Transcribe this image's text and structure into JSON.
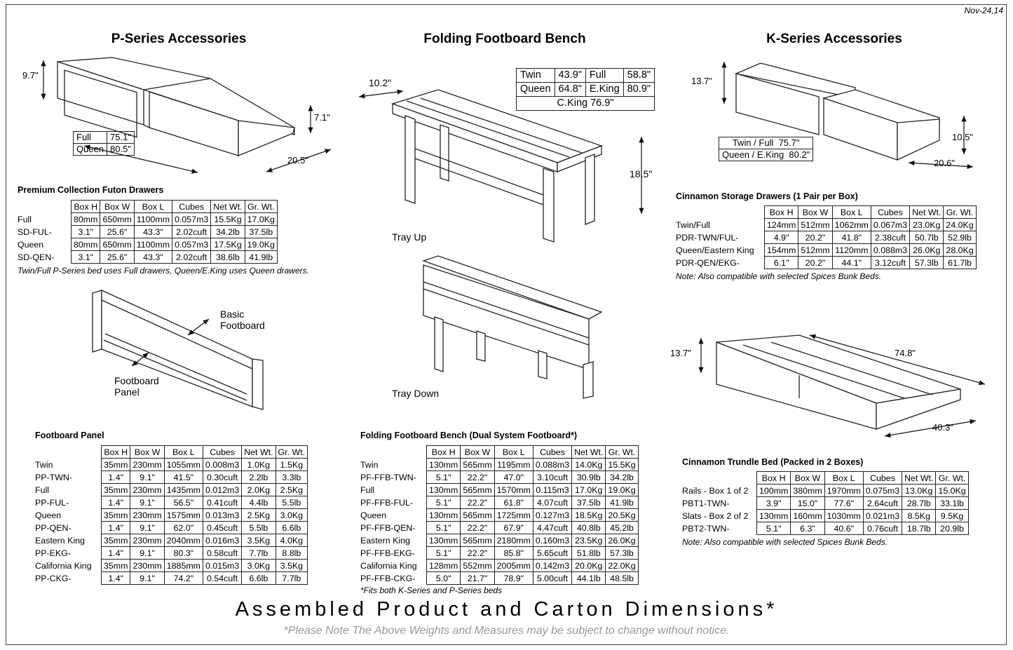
{
  "date": "Nov-24,14",
  "sections": {
    "p_series": "P-Series Accessories",
    "bench": "Folding Footboard Bench",
    "k_series": "K-Series Accessories"
  },
  "p_drawer_dims": {
    "height": "9.7\"",
    "side": "7.1\"",
    "depth": "20.5\"",
    "sizes": [
      {
        "name": "Full",
        "value": "75.1\""
      },
      {
        "name": "Queen",
        "value": "80.5\""
      }
    ]
  },
  "bench_dims": {
    "depth": "10.2\"",
    "height": "18.5\"",
    "sizes": [
      [
        "Twin",
        "43.9\"",
        "Full",
        "58.8\""
      ],
      [
        "Queen",
        "64.8\"",
        "E.King",
        "80.9\""
      ]
    ],
    "cking": "C.King  76.9\"",
    "tray_up": "Tray Up",
    "tray_down": "Tray Down"
  },
  "k_drawer_dims": {
    "height": "13.7\"",
    "side": "10.5\"",
    "depth": "20.6\"",
    "sizes": [
      {
        "name": "Twin / Full",
        "value": "75.7\""
      },
      {
        "name": "Queen / E.King",
        "value": "80.2\""
      }
    ]
  },
  "trundle_dims": {
    "height": "13.7\"",
    "length": "74.8\"",
    "width": "40.3\""
  },
  "footboard_labels": {
    "basic_1": "Basic",
    "basic_2": "Footboard",
    "panel_1": "Footboard",
    "panel_2": "Panel"
  },
  "headers": [
    "Box H",
    "Box W",
    "Box L",
    "Cubes",
    "Net Wt.",
    "Gr. Wt."
  ],
  "futon_drawers": {
    "title": "Premium Collection Futon Drawers",
    "rows": [
      [
        "Full",
        "80mm",
        "650mm",
        "1100mm",
        "0.057m3",
        "15.5Kg",
        "17.0Kg"
      ],
      [
        "SD-FUL-",
        "3.1\"",
        "25.6\"",
        "43.3\"",
        "2.02cuft",
        "34.2lb",
        "37.5lb"
      ],
      [
        "Queen",
        "80mm",
        "650mm",
        "1100mm",
        "0.057m3",
        "17.5Kg",
        "19.0Kg"
      ],
      [
        "SD-QEN-",
        "3.1\"",
        "25.6\"",
        "43.3\"",
        "2.02cuft",
        "38.6lb",
        "41.9lb"
      ]
    ],
    "note": "Twin/Full P-Series bed uses Full drawers, Queen/E.King uses Queen drawers."
  },
  "footboard_panel": {
    "title": "Footboard Panel",
    "rows": [
      [
        "Twin",
        "35mm",
        "230mm",
        "1055mm",
        "0.008m3",
        "1.0Kg",
        "1.5Kg"
      ],
      [
        "PP-TWN-",
        "1.4\"",
        "9.1\"",
        "41.5\"",
        "0.30cuft",
        "2.2lb",
        "3.3lb"
      ],
      [
        "Full",
        "35mm",
        "230mm",
        "1435mm",
        "0.012m3",
        "2.0Kg",
        "2.5Kg"
      ],
      [
        "PP-FUL-",
        "1.4\"",
        "9.1\"",
        "56.5\"",
        "0.41cuft",
        "4.4lb",
        "5.5lb"
      ],
      [
        "Queen",
        "35mm",
        "230mm",
        "1575mm",
        "0.013m3",
        "2.5Kg",
        "3.0Kg"
      ],
      [
        "PP-QEN-",
        "1.4\"",
        "9.1\"",
        "62.0\"",
        "0.45cuft",
        "5.5lb",
        "6.6lb"
      ],
      [
        "Eastern King",
        "35mm",
        "230mm",
        "2040mm",
        "0.016m3",
        "3.5Kg",
        "4.0Kg"
      ],
      [
        "PP-EKG-",
        "1.4\"",
        "9.1\"",
        "80.3\"",
        "0.58cuft",
        "7.7lb",
        "8.8lb"
      ],
      [
        "California King",
        "35mm",
        "230mm",
        "1885mm",
        "0.015m3",
        "3.0Kg",
        "3.5Kg"
      ],
      [
        "PP-CKG-",
        "1.4\"",
        "9.1\"",
        "74.2\"",
        "0.54cuft",
        "6.6lb",
        "7.7lb"
      ]
    ]
  },
  "bench_table": {
    "title": "Folding Footboard Bench (Dual System Footboard*)",
    "rows": [
      [
        "Twin",
        "130mm",
        "565mm",
        "1195mm",
        "0.088m3",
        "14.0Kg",
        "15.5Kg"
      ],
      [
        "PF-FFB-TWN-",
        "5.1\"",
        "22.2\"",
        "47.0\"",
        "3.10cuft",
        "30.9lb",
        "34.2lb"
      ],
      [
        "Full",
        "130mm",
        "565mm",
        "1570mm",
        "0.115m3",
        "17.0Kg",
        "19.0Kg"
      ],
      [
        "PF-FFB-FUL-",
        "5.1\"",
        "22.2\"",
        "61.8\"",
        "4.07cuft",
        "37.5lb",
        "41.9lb"
      ],
      [
        "Queen",
        "130mm",
        "565mm",
        "1725mm",
        "0.127m3",
        "18.5Kg",
        "20.5Kg"
      ],
      [
        "PF-FFB-QEN-",
        "5.1\"",
        "22.2\"",
        "67.9\"",
        "4.47cuft",
        "40.8lb",
        "45.2lb"
      ],
      [
        "Eastern King",
        "130mm",
        "565mm",
        "2180mm",
        "0.160m3",
        "23.5Kg",
        "26.0Kg"
      ],
      [
        "PF-FFB-EKG-",
        "5.1\"",
        "22.2\"",
        "85.8\"",
        "5.65cuft",
        "51.8lb",
        "57.3lb"
      ],
      [
        "California King",
        "128mm",
        "552mm",
        "2005mm",
        "0.142m3",
        "20.0Kg",
        "22.0Kg"
      ],
      [
        "PF-FFB-CKG-",
        "5.0\"",
        "21.7\"",
        "78.9\"",
        "5.00cuft",
        "44.1lb",
        "48.5lb"
      ]
    ],
    "note": "*Fits both K-Series and P-Series beds"
  },
  "cinnamon_drawers": {
    "title": "Cinnamon Storage Drawers (1 Pair per Box)",
    "rows": [
      [
        "Twin/Full",
        "124mm",
        "512mm",
        "1062mm",
        "0.067m3",
        "23.0Kg",
        "24.0Kg"
      ],
      [
        "PDR-TWN/FUL-",
        "4.9\"",
        "20.2\"",
        "41.8\"",
        "2.38cuft",
        "50.7lb",
        "52.9lb"
      ],
      [
        "Queen/Eastern King",
        "154mm",
        "512mm",
        "1120mm",
        "0.088m3",
        "26.0Kg",
        "28.0Kg"
      ],
      [
        "PDR-QEN/EKG-",
        "6.1\"",
        "20.2\"",
        "44.1\"",
        "3.12cuft",
        "57.3lb",
        "61.7lb"
      ]
    ],
    "note": "Note: Also compatible with selected Spices Bunk Beds."
  },
  "trundle_table": {
    "title": "Cinnamon Trundle Bed (Packed in 2 Boxes)",
    "rows": [
      [
        "Rails - Box 1 of 2",
        "100mm",
        "380mm",
        "1970mm",
        "0.075m3",
        "13.0Kg",
        "15.0Kg"
      ],
      [
        "PBT1-TWN-",
        "3.9\"",
        "15.0\"",
        "77.6\"",
        "2.64cuft",
        "28.7lb",
        "33.1lb"
      ],
      [
        "Slats - Box 2 of 2",
        "130mm",
        "160mm",
        "1030mm",
        "0.021m3",
        "8.5Kg",
        "9.5Kg"
      ],
      [
        "PBT2-TWN-",
        "5.1\"",
        "6.3\"",
        "40.6\"",
        "0.76cuft",
        "18.7lb",
        "20.9lb"
      ]
    ],
    "note": "Note: Also compatible with selected Spices Bunk Beds."
  },
  "main_title": "Assembled Product and Carton Dimensions*",
  "disclaimer": "*Please Note The Above Weights and Measures may be subject to change without notice."
}
